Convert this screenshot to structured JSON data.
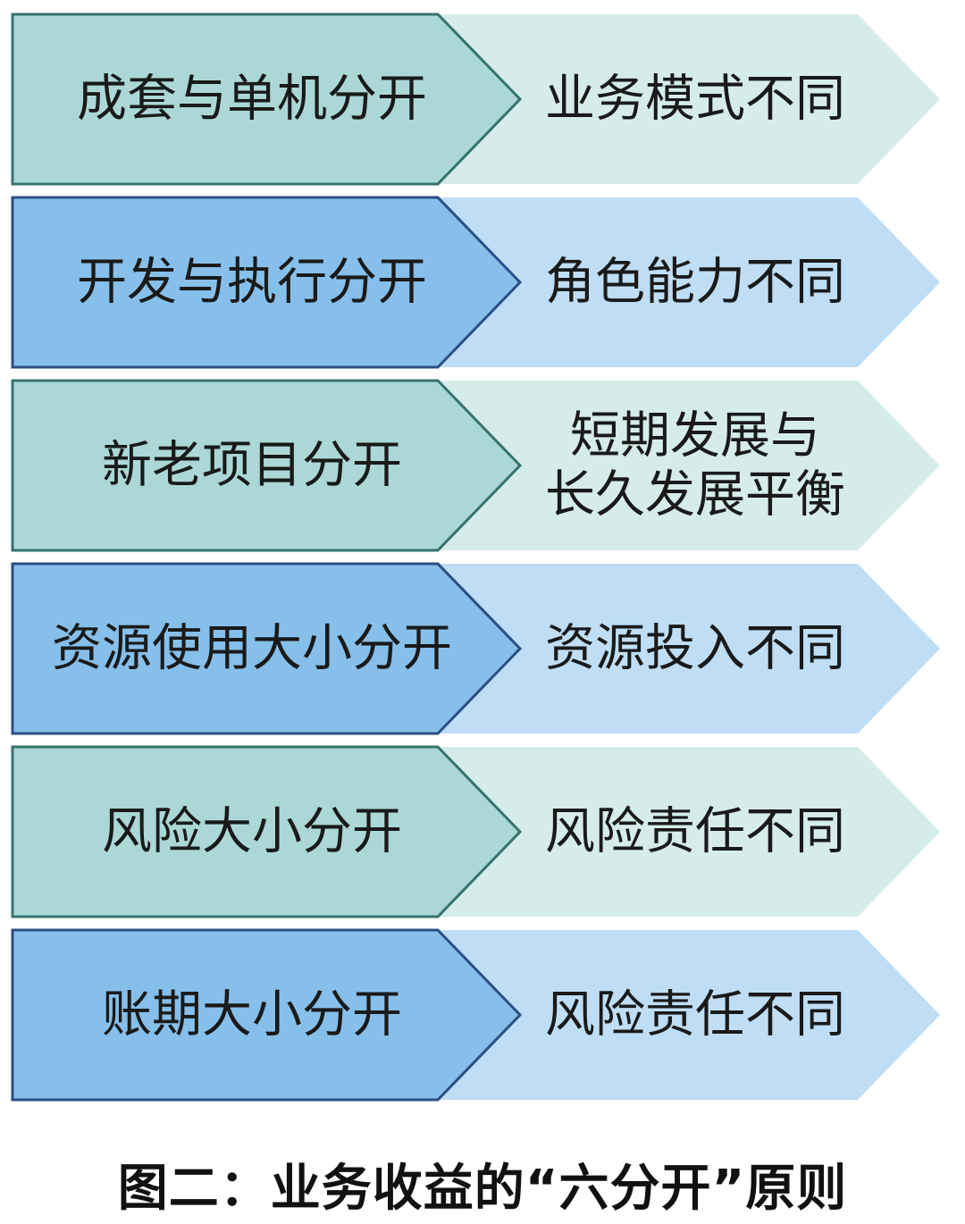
{
  "colors": {
    "teal_dark": "#abd8d7",
    "teal_light": "#d5ecea",
    "teal_stroke": "#35736f",
    "blue_dark": "#86bfea",
    "blue_light": "#bfdef5",
    "blue_stroke": "#2a4f86",
    "text": "#1a1a1a"
  },
  "rows": [
    {
      "theme": "teal",
      "left": "成套与单机分开",
      "right": [
        "业务模式不同"
      ]
    },
    {
      "theme": "blue",
      "left": "开发与执行分开",
      "right": [
        "角色能力不同"
      ]
    },
    {
      "theme": "teal",
      "left": "新老项目分开",
      "right": [
        "短期发展与",
        "长久发展平衡"
      ]
    },
    {
      "theme": "blue",
      "left": "资源使用大小分开",
      "right": [
        "资源投入不同"
      ]
    },
    {
      "theme": "teal",
      "left": "风险大小分开",
      "right": [
        "风险责任不同"
      ]
    },
    {
      "theme": "blue",
      "left": "账期大小分开",
      "right": [
        "风险责任不同"
      ]
    }
  ],
  "caption": "图二：业务收益的“六分开”原则"
}
